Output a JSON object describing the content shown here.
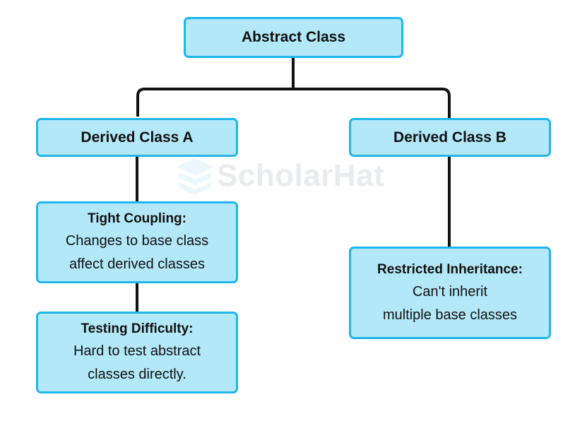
{
  "colors": {
    "node_fill": "#b3e8f8",
    "node_border": "#1fb6ec",
    "connector": "#111111",
    "text": "#111111"
  },
  "watermark": {
    "text": "ScholarHat",
    "icon": "mortarboard-stack-icon"
  },
  "nodes": {
    "abstract_class": {
      "title": "Abstract Class"
    },
    "derived_a": {
      "title": "Derived Class A"
    },
    "derived_b": {
      "title": "Derived Class B"
    },
    "tight_coupling": {
      "heading": "Tight Coupling:",
      "lines": [
        "Changes to base class",
        "affect derived classes"
      ]
    },
    "testing_difficulty": {
      "heading": "Testing Difficulty:",
      "lines": [
        "Hard to test abstract",
        "classes directly."
      ]
    },
    "restricted_inheritance": {
      "heading": "Restricted Inheritance:",
      "lines": [
        "Can't inherit",
        "multiple base classes"
      ]
    }
  }
}
